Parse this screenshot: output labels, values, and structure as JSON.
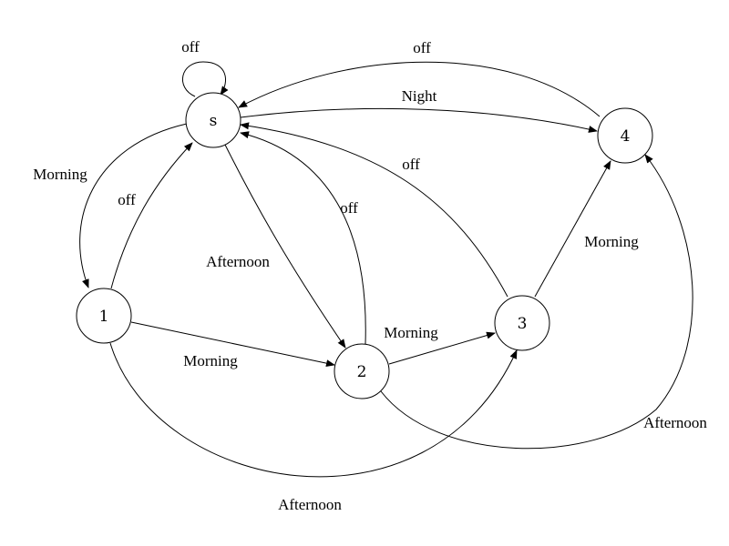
{
  "diagram": {
    "nodes": {
      "s": "s",
      "n1": "1",
      "n2": "2",
      "n3": "3",
      "n4": "4"
    },
    "edges": {
      "s_self": "off",
      "four_to_s": "off",
      "s_to_4": "Night",
      "s_to_1": "Morning",
      "one_to_s": "off",
      "s_to_2": "Afternoon",
      "two_to_s": "off",
      "three_to_s": "off",
      "one_to_2": "Morning",
      "two_to_3": "Morning",
      "three_to_4": "Morning",
      "one_to_3": "Afternoon",
      "two_to_4": "Afternoon"
    }
  }
}
